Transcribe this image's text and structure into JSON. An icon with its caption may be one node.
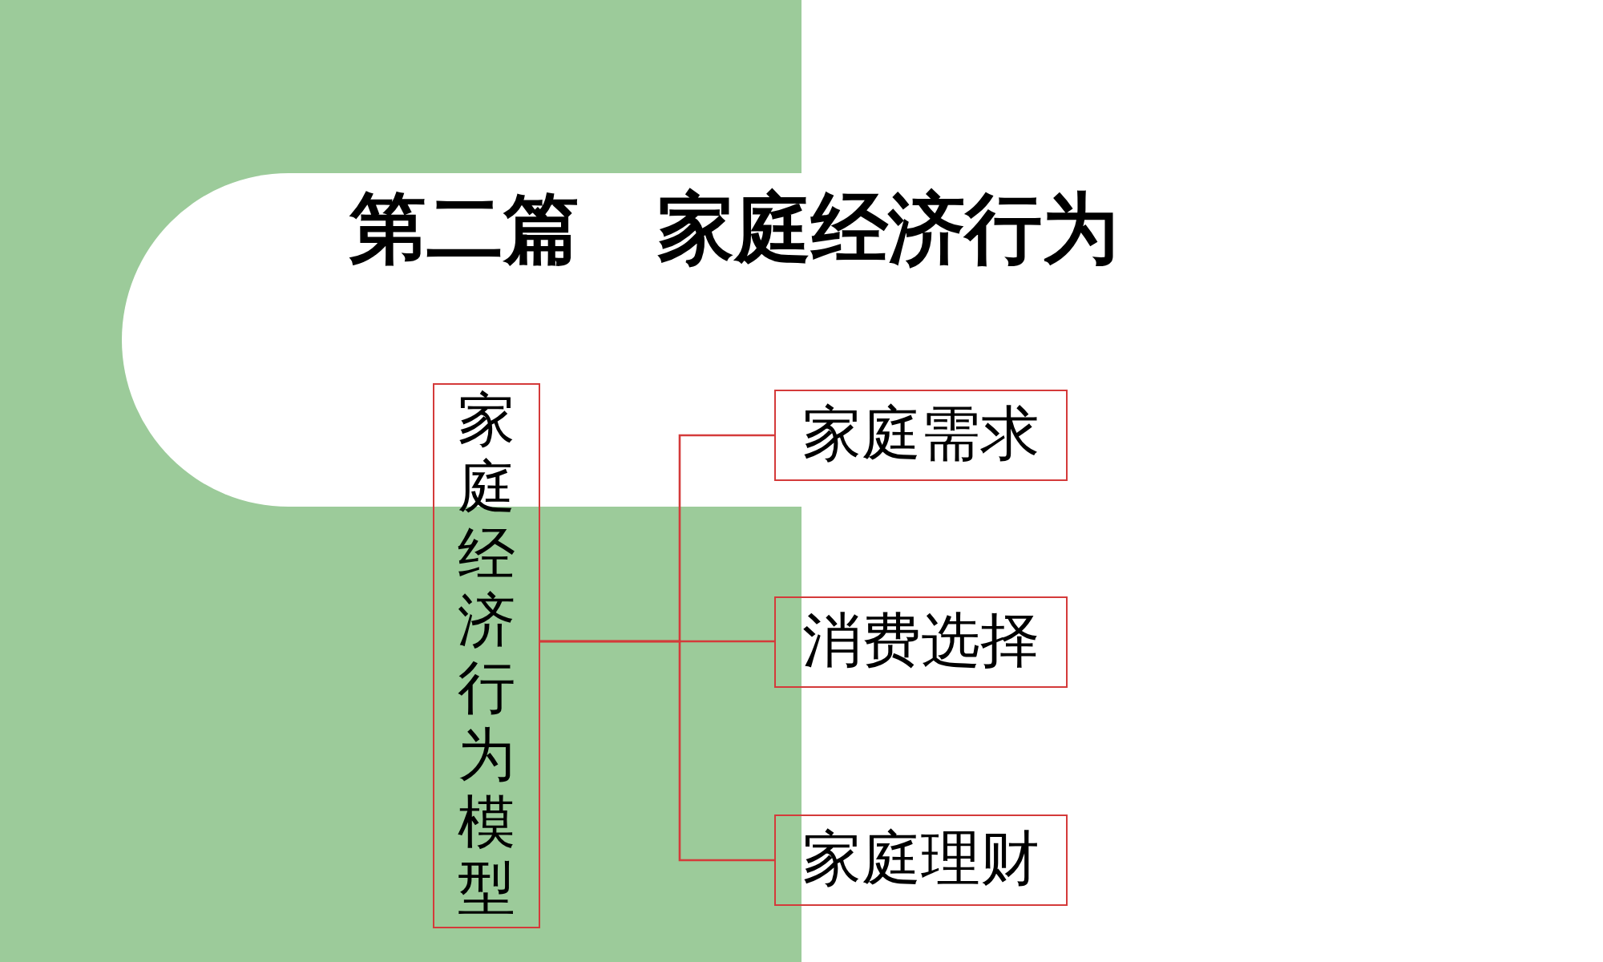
{
  "diagram": {
    "title": "第二篇　家庭经济行为",
    "nodes": [
      {
        "text": [
          "家庭经济行为模型"
        ]
      },
      {
        "text": [
          "家庭需求"
        ]
      },
      {
        "text": [
          "消费选择"
        ]
      },
      {
        "text": [
          "家庭理财"
        ]
      }
    ],
    "edges": [
      {
        "from": 0,
        "to": 1,
        "arrow": "none"
      },
      {
        "from": 0,
        "to": 2,
        "arrow": "none"
      },
      {
        "from": 0,
        "to": 3,
        "arrow": "none"
      }
    ]
  }
}
